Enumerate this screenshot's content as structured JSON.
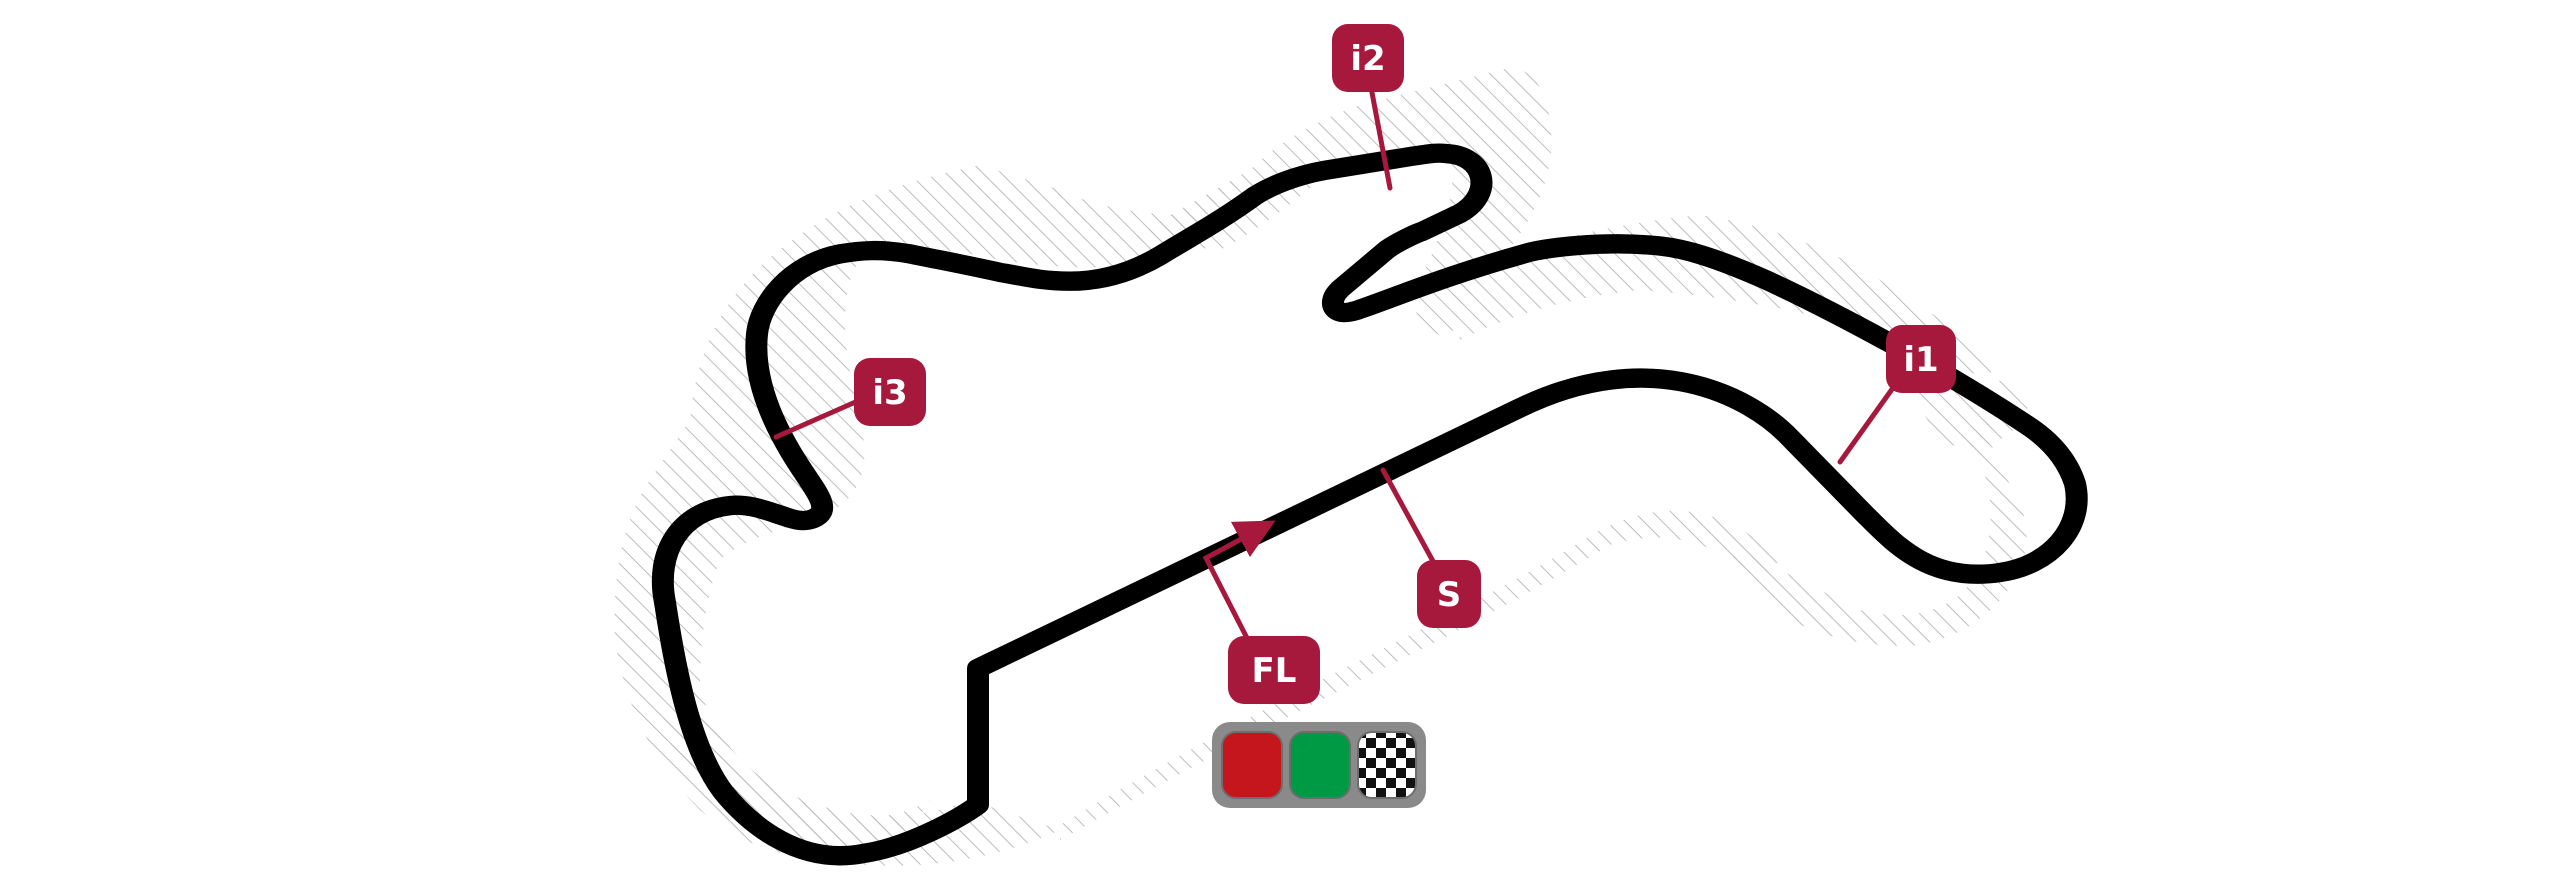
{
  "colors": {
    "track": "#000000",
    "marker": "#a6193c",
    "runoff_hatch": "#bdbdbd",
    "label_text": "#ffffff",
    "light_red": "#c4161c",
    "light_green": "#009a44",
    "light_frame": "#8a8a8a"
  },
  "markers": {
    "i1": "i1",
    "i2": "i2",
    "i3": "i3",
    "start": "S",
    "finish_line": "FL"
  },
  "legend": {
    "lights": [
      "red-light",
      "green-light",
      "checkered-flag"
    ]
  }
}
